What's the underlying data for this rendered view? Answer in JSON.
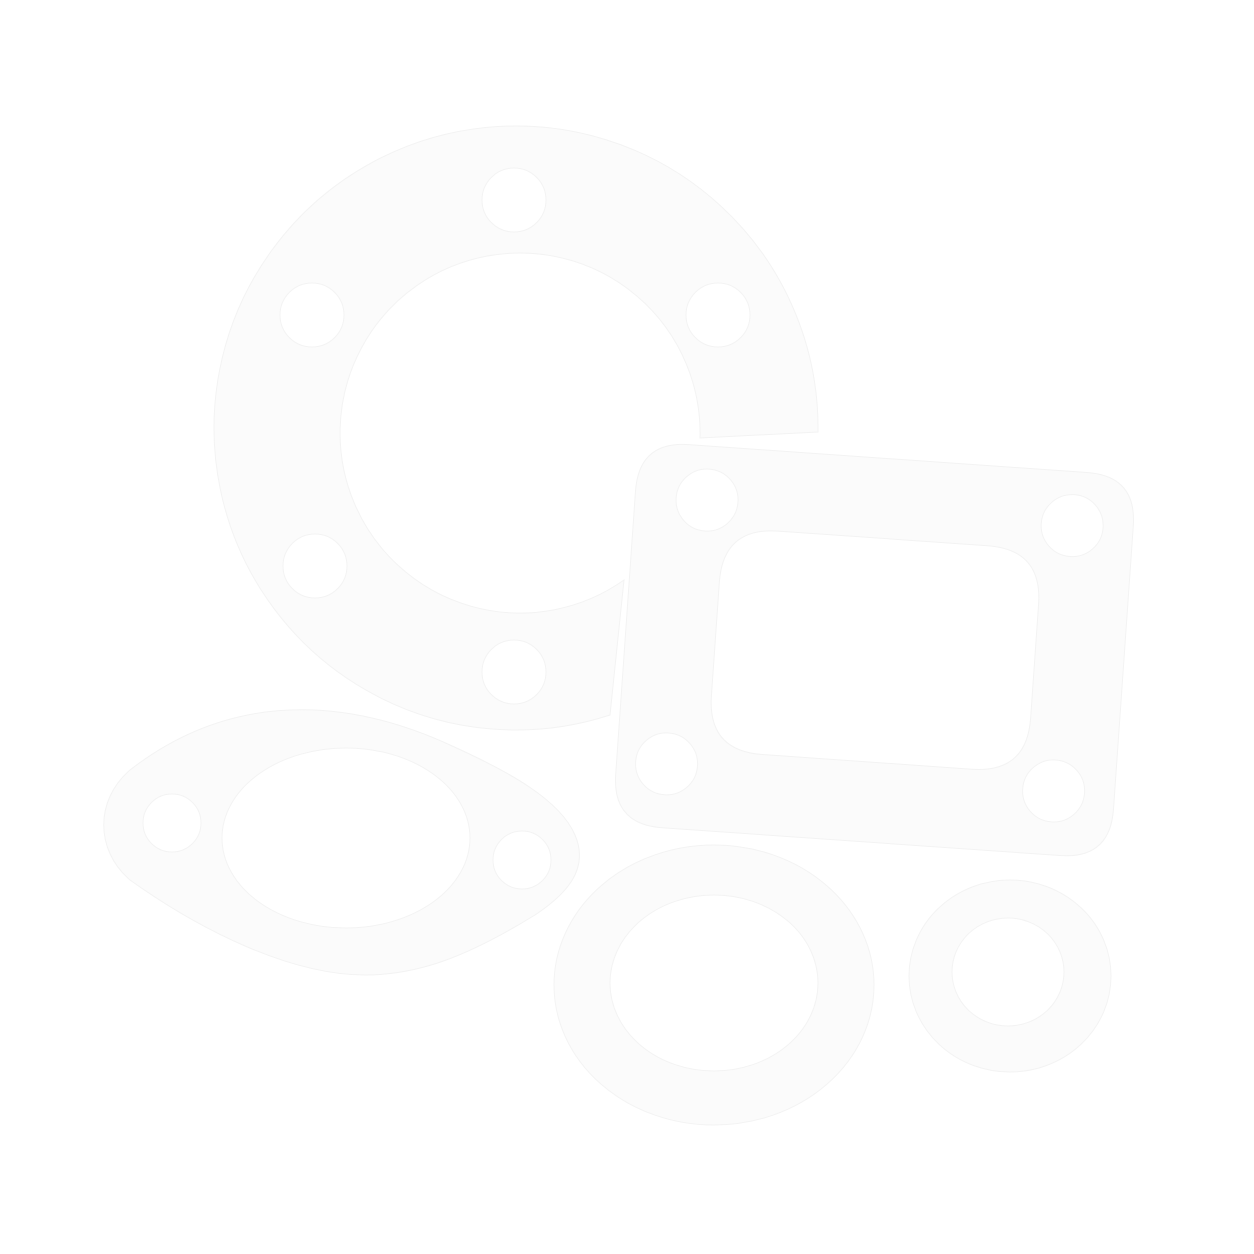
{
  "scene": {
    "background_color": "#ffffff",
    "gasket_color": "#fbfbfb",
    "gasket_edge_color": "#f3f3f3",
    "items": [
      {
        "name": "large-round-flange-gasket",
        "bolt_holes": 6
      },
      {
        "name": "square-flange-gasket",
        "bolt_holes": 4
      },
      {
        "name": "oval-two-bolt-gasket",
        "bolt_holes": 2
      },
      {
        "name": "medium-ring-gasket",
        "bolt_holes": 0
      },
      {
        "name": "small-ring-gasket",
        "bolt_holes": 0
      }
    ]
  }
}
